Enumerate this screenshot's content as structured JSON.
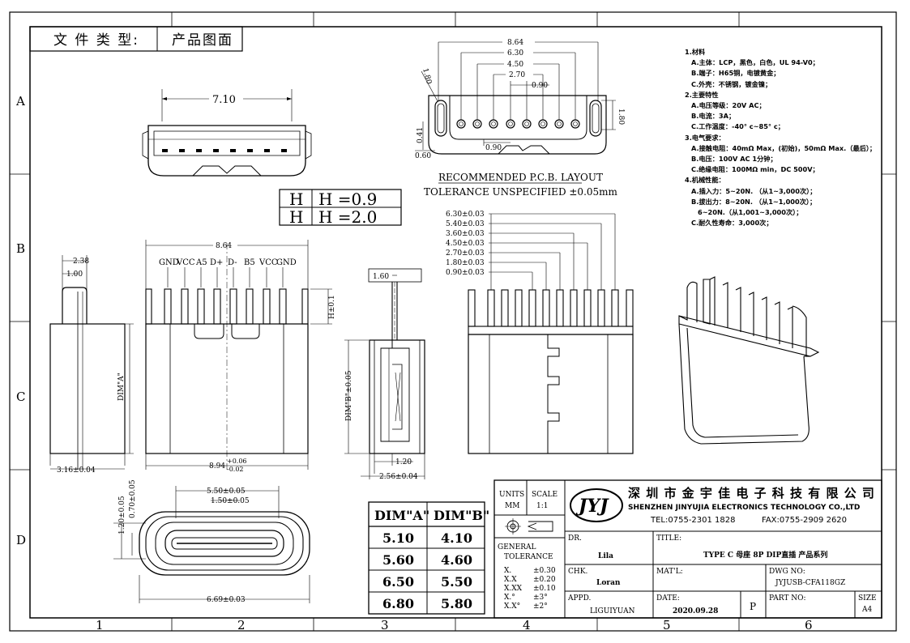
{
  "doc_type": {
    "label": "文 件 类 型:",
    "value": "产品图面"
  },
  "border_cols": [
    "1",
    "2",
    "3",
    "4",
    "5",
    "6"
  ],
  "border_rows": [
    "A",
    "B",
    "C",
    "D"
  ],
  "h_table": [
    {
      "h": "H",
      "v": "H =0.9"
    },
    {
      "h": "H",
      "v": "H =2.0"
    }
  ],
  "top_view": {
    "dim": "7.10"
  },
  "pcb": {
    "dims": [
      "8.64",
      "6.30",
      "4.50",
      "2.70",
      "0.90",
      "0.90",
      "0.41",
      "0.60",
      "1.80"
    ],
    "title": "RECOMMENDED   P.C.B.  LAYOUT",
    "tolerance": "TOLERANCE  UNSPECIFIED  ±0.05mm"
  },
  "side_view": {
    "dims": [
      "2.38",
      "1.00",
      "DIM\"A\"",
      "3.16±0.04"
    ]
  },
  "front_view": {
    "pins": [
      "GND",
      "VCC",
      "A5",
      "D+",
      "D-",
      "B5",
      "VCC",
      "GND"
    ],
    "dims": [
      "8.64",
      "H±0.1",
      "8.94",
      "+0.06",
      "-0.02"
    ]
  },
  "section_view": {
    "dims": [
      "1.60",
      "DIM\"B\"±0.05",
      "1.20",
      "2.56±0.04"
    ]
  },
  "pin_view": {
    "dims": [
      "6.30±0.03",
      "5.40±0.03",
      "3.60±0.03",
      "4.50±0.03",
      "2.70±0.03",
      "1.80±0.03",
      "0.90±0.03"
    ]
  },
  "bottom_view": {
    "dims": [
      "5.50±0.05",
      "1.50±0.05",
      "1.20±0.05",
      "0.70±0.05",
      "6.69±0.03"
    ]
  },
  "spec": {
    "s1": "1.材料",
    "s1a": "A.主体：LCP，黑色，白色，UL 94-V0；",
    "s1b": "B.端子：H65铜，电镀黄金；",
    "s1c": "C.外壳：不锈钢，镀金镍；",
    "s2": "2.主要特性",
    "s2a": "A.电压等级：20V AC；",
    "s2b": "B.电流：3A；",
    "s2c": "C.工作温度：-40° c~85° c；",
    "s3": "3.电气要求：",
    "s3a": "A.接触电阻：40mΩ Max，(初始)，50mΩ Max.（最后）；",
    "s3b": "B.电压：100V AC 1分钟；",
    "s3c": "C.绝缘电阻：100MΩ min，DC 500V；",
    "s4": "4.机械性能：",
    "s4a": "A.插入力：5~20N. （从1~3,000次）；",
    "s4b": "B.拔出力：8~20N. （从1~1,000次）；",
    "s4b2": "6~20N.（从1,001~3,000次）；",
    "s4c": "C.耐久性寿命：3,000次；"
  },
  "dim_table": {
    "headers": [
      "DIM\"A\"",
      "DIM\"B\""
    ],
    "rows": [
      [
        "5.10",
        "4.10"
      ],
      [
        "5.60",
        "4.60"
      ],
      [
        "6.50",
        "5.50"
      ],
      [
        "6.80",
        "5.80"
      ]
    ]
  },
  "title_block": {
    "units_label": "UNITS",
    "units": "MM",
    "scale_label": "SCALE",
    "scale": "1:1",
    "general": "GENERAL",
    "tolerance": "TOLERANCE",
    "tol_x": [
      "X.",
      "X.X",
      "X.XX",
      "X.°",
      "X.X°"
    ],
    "tol_v": [
      "±0.30",
      "±0.20",
      "±0.10",
      "±3°",
      "±2°"
    ],
    "company_cn": "深 圳 市 金 宇 佳 电 子 科 技 有 限 公 司",
    "company_en": "SHENZHEN  JINYUJIA  ELECTRONICS TECHNOLOGY  CO.,LTD",
    "tel": "TEL:0755-2301 1828",
    "fax": "FAX:0755-2909 2620",
    "dr_label": "DR.",
    "dr": "Lila",
    "chk_label": "CHK.",
    "chk": "Loran",
    "appd_label": "APPD.",
    "appd": "LIGUIYUAN",
    "title_label": "TITLE:",
    "title": "TYPE C 母座 8P DIP直插 产品系列",
    "mat_label": "MAT'L:",
    "dwg_label": "DWG NO:",
    "dwg": "JYJUSB-CFA118GZ",
    "date_label": "DATE:",
    "date": "2020.09.28",
    "proj": "P",
    "part_label": "PART  NO:",
    "size_label": "SIZE",
    "size": "A4",
    "logo": "JYJ"
  }
}
